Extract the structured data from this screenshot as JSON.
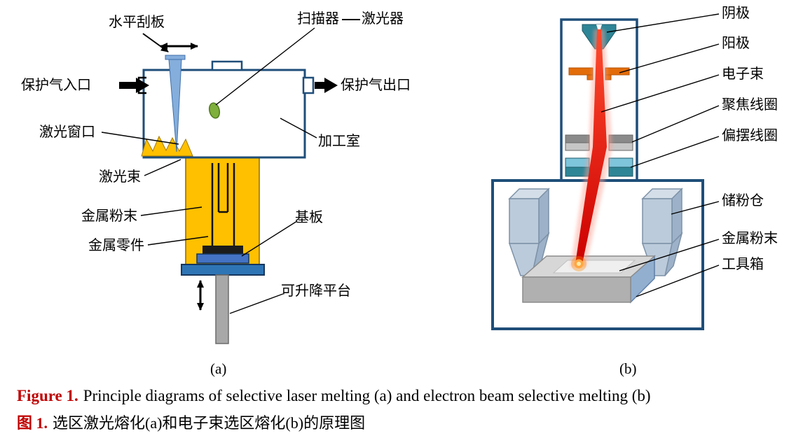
{
  "figure": {
    "panel_a": {
      "tag": "(a)",
      "labels": {
        "scraper": "水平刮板",
        "scanner": "扫描器",
        "laser": "激光器",
        "gas_inlet": "保护气入口",
        "gas_outlet": "保护气出口",
        "laser_window": "激光窗口",
        "chamber": "加工室",
        "laser_beam": "激光束",
        "metal_powder": "金属粉末",
        "metal_part": "金属零件",
        "substrate": "基板",
        "lift_platform": "可升降平台"
      }
    },
    "panel_b": {
      "tag": "(b)",
      "labels": {
        "cathode": "阴极",
        "anode": "阳极",
        "electron_beam": "电子束",
        "focus_coil": "聚焦线圈",
        "deflection_coil": "偏摆线圈",
        "powder_bin": "储粉仓",
        "metal_powder": "金属粉末",
        "tool_box": "工具箱"
      }
    },
    "caption_en": {
      "prefix": "Figure 1.",
      "text": "Principle diagrams of selective laser melting (a) and electron beam selective melting (b)"
    },
    "caption_zh": {
      "prefix": "图 1.",
      "text": "选区激光熔化(a)和电子束选区熔化(b)的原理图"
    },
    "colors": {
      "caption_accent": "#C00000",
      "outline_blue": "#1F4E79",
      "powder_yellow": "#FFC000",
      "beam_red": "#E00000",
      "coil_teal": "#2E8596",
      "anode_orange": "#E36C09"
    }
  }
}
